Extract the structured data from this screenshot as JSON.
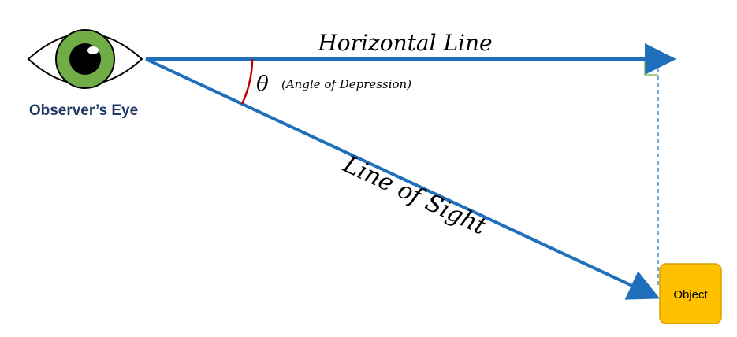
{
  "labels": {
    "horizontal_line": "Horizontal Line",
    "theta": "θ",
    "angle_of_depression": "(Angle of Depression)",
    "line_of_sight": "Line of Sight",
    "observer": "Observer’s Eye",
    "object": "Object"
  },
  "colors": {
    "line_blue": "#1f6fbd",
    "observer_text": "#1f3864",
    "iris_green": "#70ad47",
    "object_fill": "#ffc000",
    "object_stroke": "#d9a000",
    "arc_red": "#c00000",
    "right_angle_green": "#70ad47"
  },
  "icons": {
    "eye": "eye-icon"
  }
}
